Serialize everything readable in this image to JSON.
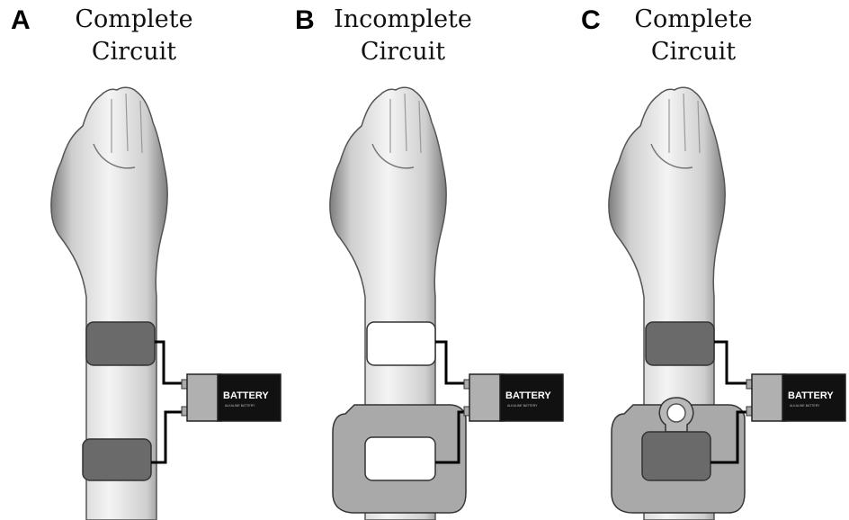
{
  "panels": [
    {
      "letter": "A",
      "title_line1": "Complete",
      "title_line2": "Circuit",
      "battery_label": "BATTERY",
      "battery_sub": "ALKALINE BATTERY",
      "top_pad": "gray",
      "bottom_pad": "gray",
      "housing": false,
      "knob": false
    },
    {
      "letter": "B",
      "title_line1": "Incomplete",
      "title_line2": "Circuit",
      "battery_label": "BATTERY",
      "battery_sub": "ALKALINE BATTERY",
      "top_pad": "white",
      "bottom_pad": "white",
      "housing": true,
      "knob": false
    },
    {
      "letter": "C",
      "title_line1": "Complete",
      "title_line2": "Circuit",
      "battery_label": "BATTERY",
      "battery_sub": "ALKALINE BATTERY",
      "top_pad": "gray",
      "bottom_pad": "gray",
      "housing": true,
      "knob": true
    }
  ],
  "colors": {
    "pad_gray": "#6a6a6a",
    "pad_white": "#ffffff",
    "housing": "#a9a9a9",
    "wire": "#000000",
    "skin_light": "#f2f2f2",
    "skin_dark": "#8a8a8a"
  }
}
